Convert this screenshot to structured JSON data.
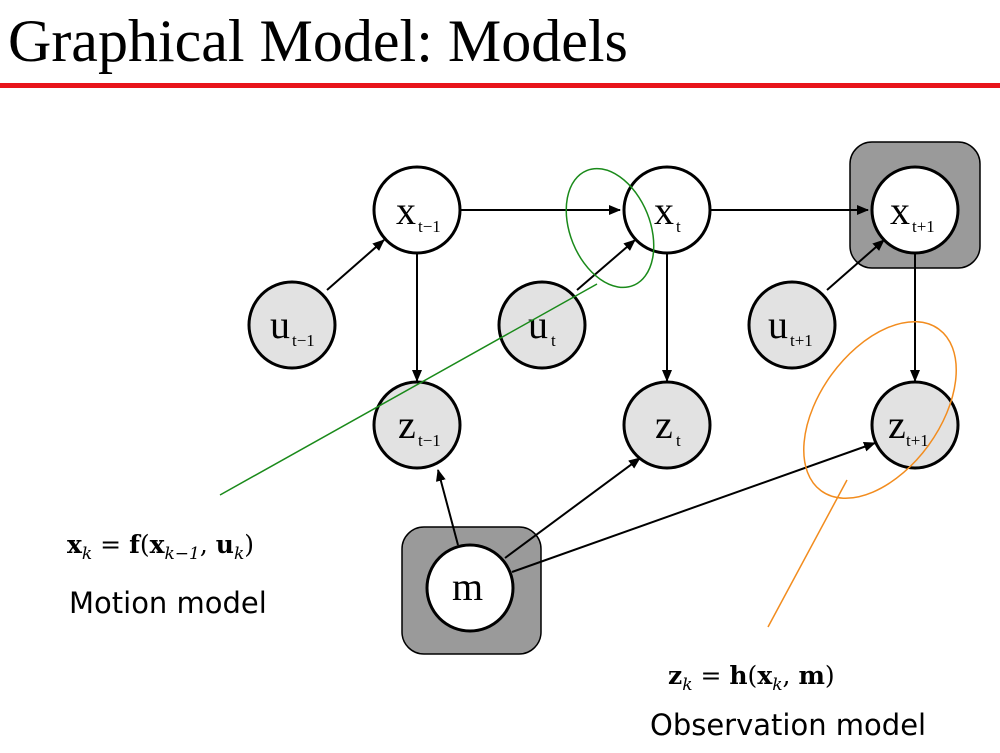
{
  "slide": {
    "title": "Graphical Model: Models",
    "title_rule_color": "#e8141b"
  },
  "colors": {
    "latent_fill": "#ffffff",
    "observed_fill": "#e2e2e2",
    "highlight_box": "#9a9a9a",
    "motion_callout": "#1a8a1a",
    "observation_callout": "#f28c1e"
  },
  "nodes": {
    "x_prev": {
      "main": "x",
      "sub": "t−1"
    },
    "x_t": {
      "main": "x",
      "sub": "t"
    },
    "x_next": {
      "main": "x",
      "sub": "t+1"
    },
    "u_prev": {
      "main": "u",
      "sub": "t−1"
    },
    "u_t": {
      "main": "u",
      "sub": "t"
    },
    "u_next": {
      "main": "u",
      "sub": "t+1"
    },
    "z_prev": {
      "main": "z",
      "sub": "t−1"
    },
    "z_t": {
      "main": "z",
      "sub": "t"
    },
    "z_next": {
      "main": "z",
      "sub": "t+1"
    },
    "m": {
      "main": "m"
    }
  },
  "motion_model": {
    "equation": {
      "x": "x",
      "k": "k",
      "eq": " = ",
      "f": "f",
      "open": "(",
      "x2": "x",
      "k_minus_1": "k−1",
      "comma": ", ",
      "u": "u",
      "k2": "k",
      "close": ")"
    },
    "label": "Motion model"
  },
  "observation_model": {
    "equation": {
      "z": "z",
      "k": "k",
      "eq": " = ",
      "h": "h",
      "open": "(",
      "x": "x",
      "k2": "k",
      "comma": ", ",
      "m": "m",
      "close": ")"
    },
    "label": "Observation model"
  }
}
